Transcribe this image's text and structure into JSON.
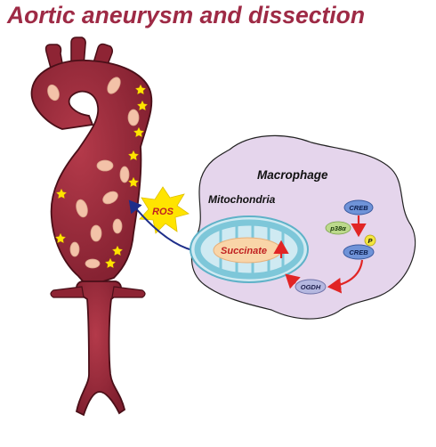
{
  "title": "Aortic aneurysm and dissection",
  "labels": {
    "ros": "ROS",
    "macrophage": "Macrophage",
    "mitochondria": "Mitochondria",
    "succinate": "Succinate",
    "creb_top": "CREB",
    "p38a": "p38α",
    "creb_bottom": "CREB",
    "phospho": "P",
    "ogdh": "OGDH"
  },
  "colors": {
    "title": "#9e2a45",
    "aorta": "#9a2a3a",
    "plaque": "#f3c2a8",
    "star": "#ffe400",
    "macrophage": "#e5d5ec",
    "mitochondria_ring": "#7ec7d9",
    "succinate": "#f9d5a8",
    "creb": "#6f93d8",
    "p38a": "#bcd98c",
    "ogdh": "#b5b8e0",
    "arrow_red": "#e12525",
    "arrow_blue": "#1e2e8a"
  }
}
